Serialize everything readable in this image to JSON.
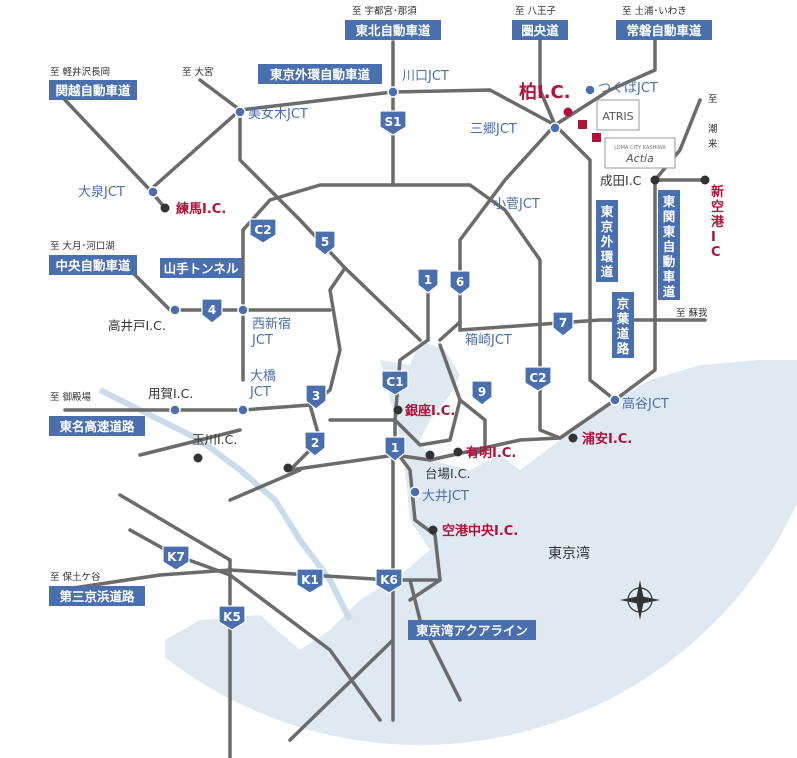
{
  "colors": {
    "road": "#6b6b6b",
    "shield": "#4a6fae",
    "label_box": "#4a6fae",
    "jct_text": "#4a6fae",
    "ic_text": "#b0123a",
    "sea": "#dfe9f1",
    "river": "#c9dcea",
    "highlight": "#b0123a"
  },
  "destinations": {
    "utsunomiya": "至 宇都宮･那須",
    "hachioji": "至 八王子",
    "tsuchiura": "至 土浦･いわき",
    "karuizawa": "至 軽井沢長岡",
    "omiya": "至 大宮",
    "shiokoku": "至 潮来",
    "otsuki": "至 大月･河口湖",
    "soga": "至 蘇我",
    "gotemba": "至 御殿場",
    "hodogaya": "至 保土ケ谷"
  },
  "expressway_labels": {
    "tohoku": "東北自動車道",
    "kenodo": "圏央道",
    "joban": "常磐自動車道",
    "gaikan": "東京外環自動車道",
    "kanetsu": "関越自動車道",
    "chuo": "中央自動車道",
    "yamate_tunnel": "山手トンネル",
    "tomei": "東名高速道路",
    "daisan_keihin": "第三京浜道路",
    "aqualine": "東京湾アクアライン",
    "tokyo_gaikan_v": "東京外環道",
    "keiyo_v": "京葉道路",
    "higashikanto_v": "東関東自動車道"
  },
  "junctions": {
    "kawaguchi": "川口JCT",
    "tsukuba": "つくばJCT",
    "bijogi": "美女木JCT",
    "misato": "三郷JCT",
    "oizumi": "大泉JCT",
    "kosuge": "小菅JCT",
    "nishishinjuku": "西新宿\nJCT",
    "hakozaki": "箱崎JCT",
    "ohashi": "大橋\nJCT",
    "takaya": "高谷JCT",
    "oi": "大井JCT"
  },
  "interchanges": {
    "kashiwa": "柏I.C.",
    "nerima": "練馬I.C.",
    "narita": "成田I.C",
    "shinkuko_v": "新空港IC",
    "takaido": "高井戸I.C.",
    "yoga": "用賀I.C.",
    "tamagawa": "玉川I.C.",
    "ginza": "銀座I.C.",
    "ariake": "有明I.C.",
    "urayasu": "浦安I.C.",
    "daiba": "台場I.C.",
    "kuko_chuo": "空港中央I.C."
  },
  "place_labels": {
    "tokyo_bay": "東京湾"
  },
  "logos": {
    "atris": "ATRIS",
    "actia_top": "LOMA CITY KASHIWA",
    "actia": "Actia"
  },
  "shields": {
    "s1": "S1",
    "c2_west": "C2",
    "r5": "5",
    "r1_north": "1",
    "r6": "6",
    "r4": "4",
    "r7": "7",
    "c1": "C1",
    "r3": "3",
    "r9": "9",
    "c2_east": "C2",
    "r2": "2",
    "r1_south": "1",
    "k7": "K7",
    "k1": "K1",
    "k6": "K6",
    "k5": "K5"
  }
}
